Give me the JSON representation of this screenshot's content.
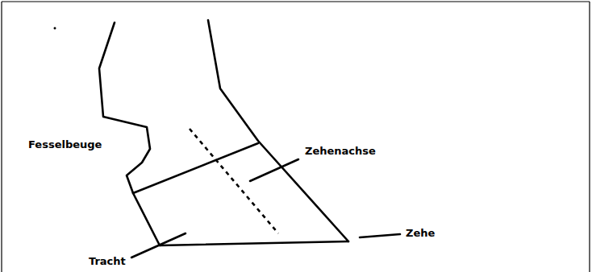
{
  "diagram": {
    "labels": [
      "Fesselbeuge",
      "Zehenachse",
      "Zehe",
      "Tracht"
    ]
  }
}
